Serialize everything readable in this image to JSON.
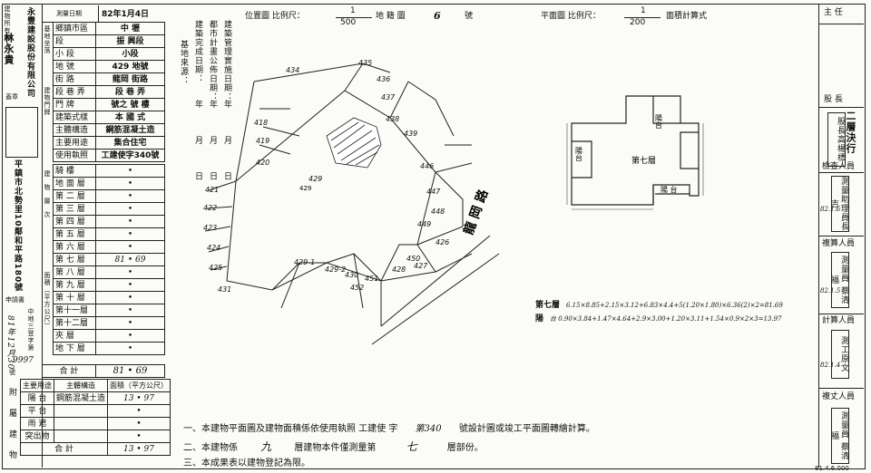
{
  "header": {
    "survey_date_label": "測量日期",
    "survey_date_value": "82年1月4日",
    "scale_label_pos": "位置圖 比例尺：",
    "scale_pos_num": "1",
    "scale_pos_den": "500",
    "map_no_label": "地 籍 圖",
    "map_no_value": "6",
    "map_no_suffix": "號",
    "plan_scale_label": "平面圖 比例尺：",
    "plan_scale_num": "1",
    "plan_scale_den": "200",
    "area_calc_label": "面積計算式"
  },
  "owner": {
    "label": "建物所有權人",
    "name1": "永豐建設股份有限公司",
    "name2": "林永貴",
    "seal_label": "蓋章"
  },
  "location_table": {
    "rows": [
      {
        "k": "鄉鎮市區",
        "v": "中 壢"
      },
      {
        "k": "段",
        "v": "振 興段"
      },
      {
        "k": "小 段",
        "v": "小段"
      },
      {
        "k": "地 號",
        "v": "429 地號"
      },
      {
        "k": "街 路",
        "v": "龍岡 街路"
      },
      {
        "k": "段 巷 弄",
        "v": "段 巷 弄"
      },
      {
        "k": "門 牌",
        "v": "號之 號 樓"
      },
      {
        "k": "建築式樣",
        "v": "本 國 式"
      },
      {
        "k": "主體構造",
        "v": "鋼筋混凝土造"
      },
      {
        "k": "主要用途",
        "v": "集合住宅"
      },
      {
        "k": "使用執照",
        "v": "工建使字340號"
      }
    ],
    "side_labels": {
      "land": "基地坐落",
      "door": "建物門牌",
      "building": "建物層次"
    },
    "floors": [
      {
        "name": "騎 樓",
        "v": "•"
      },
      {
        "name": "地 面 層",
        "v": "•"
      },
      {
        "name": "第 二 層",
        "v": "•"
      },
      {
        "name": "第 三 層",
        "v": "•"
      },
      {
        "name": "第 四 層",
        "v": "•"
      },
      {
        "name": "第 五 層",
        "v": "•"
      },
      {
        "name": "第 六 層",
        "v": "•"
      },
      {
        "name": "第 七 層",
        "v": "81 • 69"
      },
      {
        "name": "第 八 層",
        "v": "•"
      },
      {
        "name": "第 九 層",
        "v": "•"
      },
      {
        "name": "第 十 層",
        "v": "•"
      },
      {
        "name": "第十一層",
        "v": "•"
      },
      {
        "name": "第十二層",
        "v": "•"
      },
      {
        "name": "夾 層",
        "v": "•"
      },
      {
        "name": "地 下 層",
        "v": "•"
      }
    ],
    "area_side_label": "面積（平方公尺）",
    "total_label": "合 計",
    "total_value": "81 • 69"
  },
  "annex_table": {
    "side_label": "附屬建物",
    "col1": "主要用途",
    "col2": "主體構造",
    "col3": "面積（平方公尺）",
    "rows": [
      {
        "use": "陽 台",
        "struct": "鋼筋混凝土造",
        "area": "13 • 97"
      },
      {
        "use": "平 台",
        "struct": "",
        "area": "•"
      },
      {
        "use": "雨 遮",
        "struct": "",
        "area": "•"
      },
      {
        "use": "突出物",
        "struct": "",
        "area": "•"
      }
    ],
    "total_label": "合 計",
    "total_value": "13 • 97"
  },
  "left_column": {
    "address": "平鎮市北勢里10鄰和平路180號",
    "applicant_label": "申請書",
    "applicant_note": "中地三登字第",
    "applicant_date": "81年12月30",
    "applicant_no": "9997",
    "page_no_label": "號"
  },
  "info_block": {
    "line1": "建築管理實施日期：",
    "line2": "都市計畫公佈日期：",
    "line3": "建築完成日期：",
    "line4": "基地來源：",
    "ymd": "年 月 日"
  },
  "site_plan": {
    "lots": [
      "434",
      "435",
      "436",
      "437",
      "438",
      "439",
      "446",
      "447",
      "448",
      "449",
      "418",
      "419",
      "420",
      "421",
      "422",
      "423",
      "424",
      "425",
      "426",
      "427",
      "428",
      "429",
      "429-1",
      "429-2",
      "430",
      "451",
      "450",
      "452",
      "431"
    ],
    "street": "龍 岡 路",
    "center_lot": "429"
  },
  "floor_plan": {
    "floor_label": "第七層",
    "balcony_labels": [
      "陽台",
      "陽台",
      "陽 台"
    ]
  },
  "formulas": {
    "line1_label": "第七層",
    "line1": "6.15×8.85+2.15×3.12+6.83×4.4+5(1.20×1.80)×6.36(2)×2=81.69",
    "line2_label": "陽",
    "line2": "台 0.90×3.84+1.47×4.64+2.9×3.00+1.20×3.11+1.54×0.9×2×3=13.97"
  },
  "notes": {
    "n1_pre": "一、本建物平面圖及建物面積係依使用執照 工建使 字",
    "n1_val": "第340",
    "n1_post": "號設計圖或竣工平面圖轉繪計算。",
    "n2_pre": "二、本建物係",
    "n2_val1": "九",
    "n2_mid": "層建物本件僅測量第",
    "n2_val2": "七",
    "n2_post": "層部份。",
    "n3": "三、本成果表以建物登記為限。"
  },
  "right_column": {
    "top_label": "主 任",
    "chief_label": "股 長",
    "chief_stamp": "股長高楊標",
    "section_title": "二層決行",
    "checker_label": "檢查人員",
    "checker_stamp": "測量助理員長吉",
    "checker_date": "82.1.6",
    "calc_label": "複算人員",
    "calc_stamp": "測量員 蔡清福",
    "calc_date": "82.1.5",
    "comp_label": "計算人員",
    "comp_stamp": "測工原文",
    "comp_date": "82.1.4",
    "surveyor_label": "複丈人員",
    "surveyor_stamp": "測量員 蔡清福",
    "bottom_date": "81.4.6.000"
  }
}
